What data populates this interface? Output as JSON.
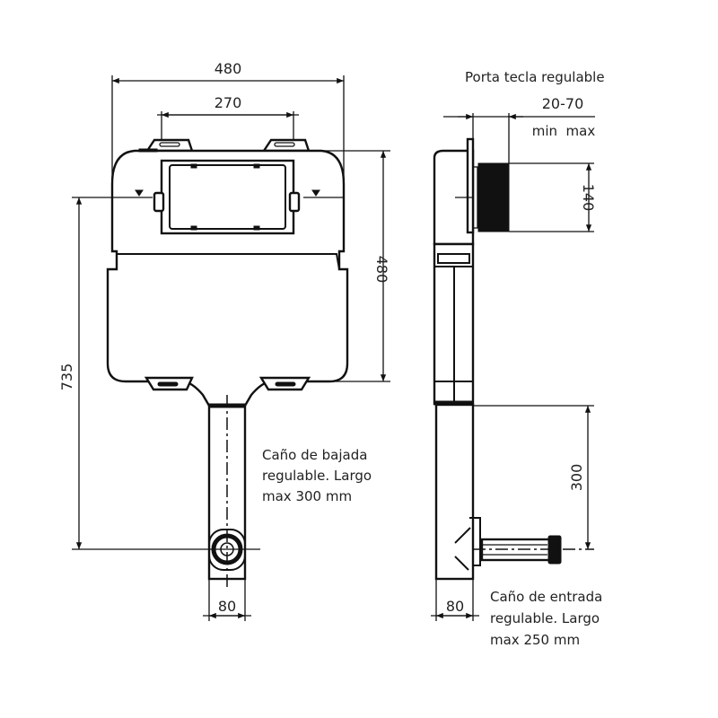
{
  "front_view": {
    "dim_width_total": "480",
    "dim_width_frame": "270",
    "dim_height_total": "735",
    "dim_height_tank": "480",
    "dim_pipe_width": "80",
    "note_lines": [
      "Caño de bajada",
      "regulable. Largo",
      "max 300 mm"
    ]
  },
  "side_view": {
    "title": "Porta tecla regulable",
    "dim_depth_range": "20-70",
    "dim_depth_labels": "min  max",
    "dim_plate_height": "140",
    "dim_inlet_height": "300",
    "dim_pipe_width": "80",
    "note_lines": [
      "Caño de entrada",
      "regulable. Largo",
      "max 250 mm"
    ]
  }
}
